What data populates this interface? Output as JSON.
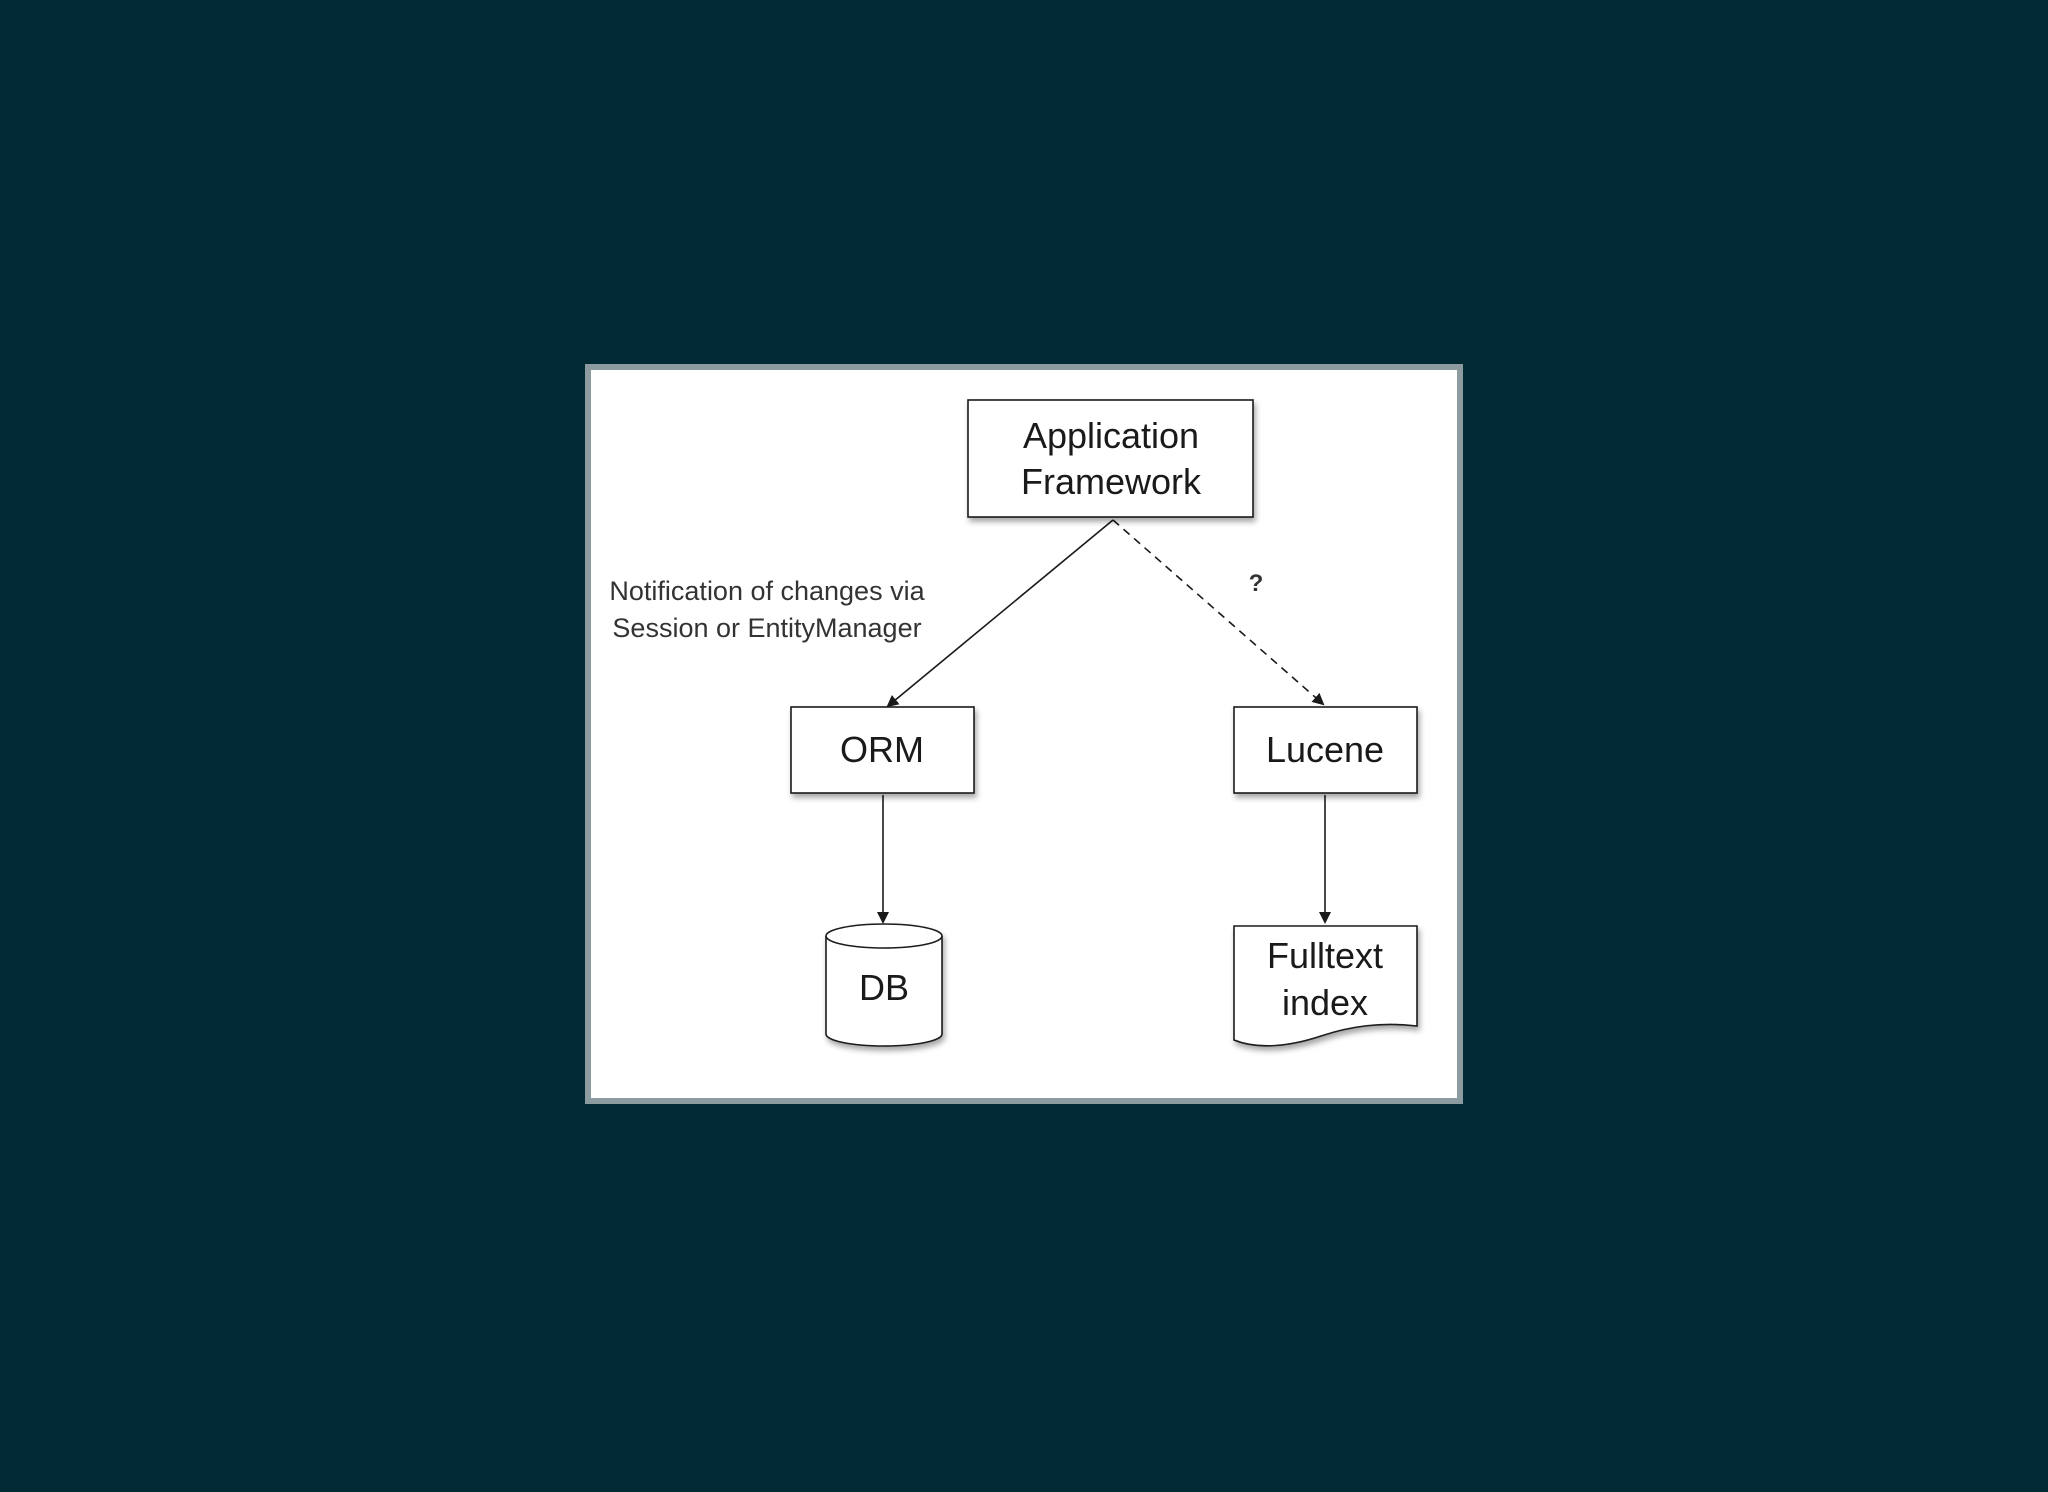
{
  "diagram": {
    "nodes": {
      "app_framework": {
        "line1": "Application",
        "line2": "Framework"
      },
      "orm": {
        "label": "ORM"
      },
      "lucene": {
        "label": "Lucene"
      },
      "db": {
        "label": "DB"
      },
      "fulltext_index": {
        "line1": "Fulltext",
        "line2": "index"
      }
    },
    "edges": {
      "app_to_orm": {
        "line1": "Notification of changes via",
        "line2": "Session or EntityManager"
      },
      "app_to_lucene": {
        "label": "?"
      }
    },
    "colors": {
      "background": "#022a35",
      "frame_border": "#8b9ba0",
      "canvas": "#ffffff",
      "stroke": "#1a1a1a"
    }
  }
}
